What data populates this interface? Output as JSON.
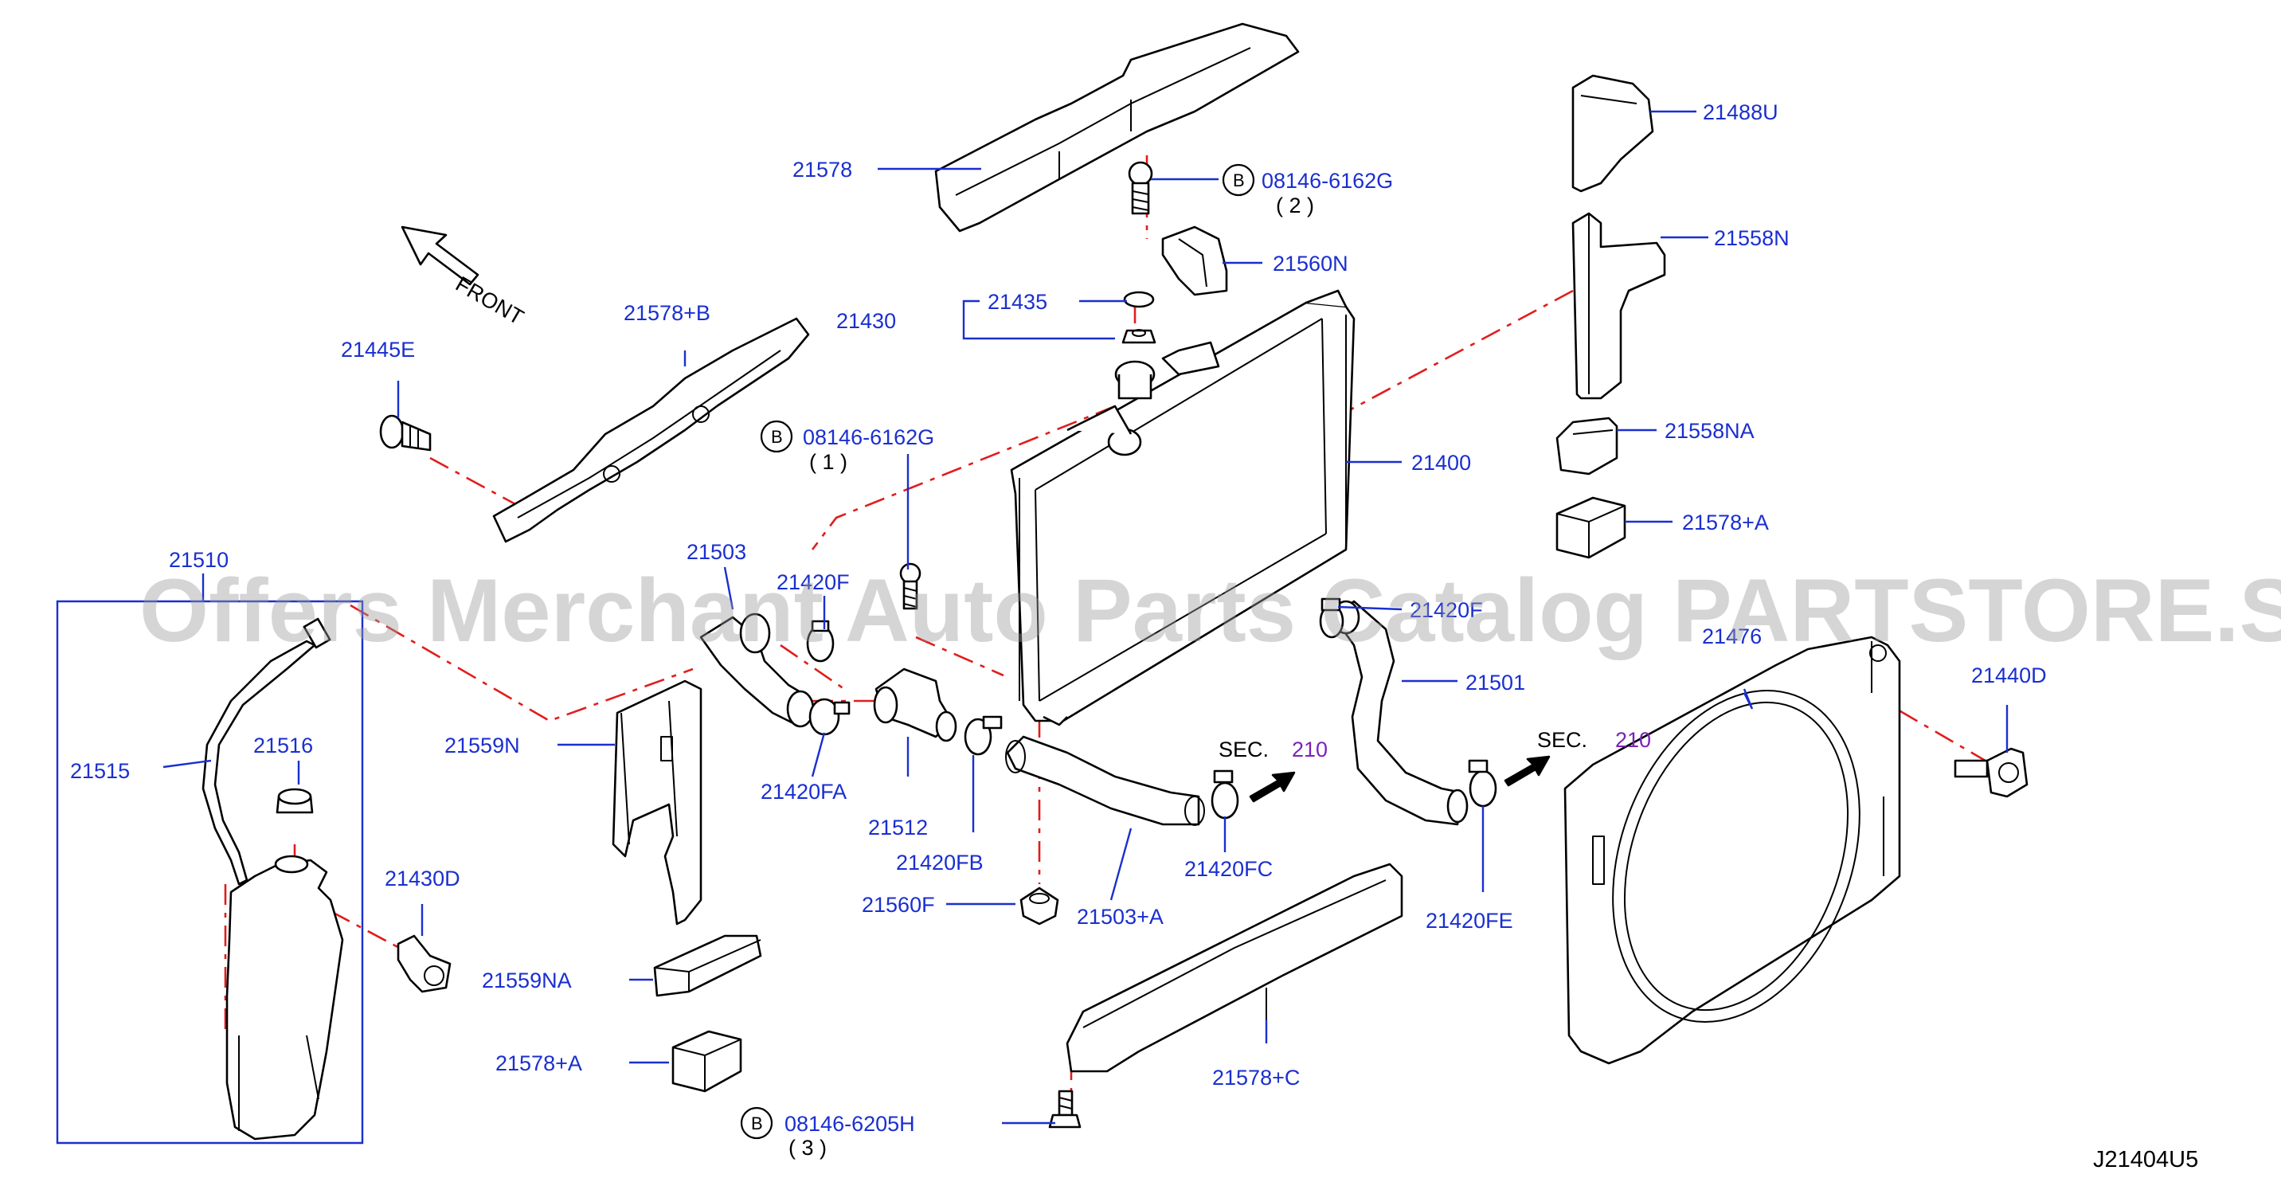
{
  "watermark": "Offers Merchant Auto Parts Catalog PARTSTORE.SA",
  "diagram_code": "J21404U5",
  "front_label": "FRONT",
  "sec_prefix": "SEC.",
  "sec_number": "210",
  "badge_letter": "B",
  "colors": {
    "label": "#1a2fd0",
    "guide_dash": "#e11d1d",
    "section": "#7b22b8",
    "watermark": "#9a9a9a"
  },
  "parts": {
    "p21578": "21578",
    "p08146_6162G": "08146-6162G",
    "qty_2": "( 2 )",
    "p21488U": "21488U",
    "p21560N": "21560N",
    "p21558N": "21558N",
    "p21430": "21430",
    "p21435": "21435",
    "p21578B": "21578+B",
    "p21445E": "21445E",
    "p08146_6162G_b": "08146-6162G",
    "qty_1": "( 1 )",
    "p21400": "21400",
    "p21558NA": "21558NA",
    "p21578A_right": "21578+A",
    "p21510": "21510",
    "p21503": "21503",
    "p21420F": "21420F",
    "p21420F_right": "21420F",
    "p21476": "21476",
    "p21440D": "21440D",
    "p21501": "21501",
    "p21515": "21515",
    "p21516": "21516",
    "p21559N": "21559N",
    "p21420FA": "21420FA",
    "p21512": "21512",
    "p21420FB": "21420FB",
    "p21420FC": "21420FC",
    "p21420FE": "21420FE",
    "p21430D": "21430D",
    "p21560F": "21560F",
    "p21503A": "21503+A",
    "p21559NA": "21559NA",
    "p21578A_left": "21578+A",
    "p21578C": "21578+C",
    "p08146_6205H": "08146-6205H",
    "qty_3": "( 3 )"
  }
}
